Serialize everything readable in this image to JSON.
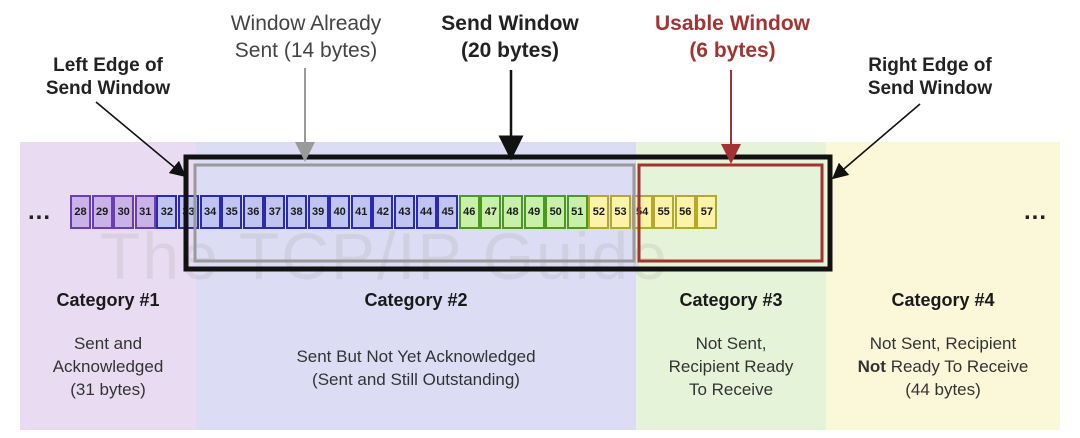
{
  "title_labels": {
    "left_edge": "Left Edge of\nSend Window",
    "already_sent": "Window Already\nSent (14 bytes)",
    "send_window": "Send Window\n(20 bytes)",
    "usable_window": "Usable Window\n(6 bytes)",
    "right_edge": "Right Edge of\nSend Window"
  },
  "ellipsis": "...",
  "watermark": "The TCP/IP Guide",
  "bytes": [
    28,
    29,
    30,
    31,
    32,
    33,
    34,
    35,
    36,
    37,
    38,
    39,
    40,
    41,
    42,
    43,
    44,
    45,
    46,
    47,
    48,
    49,
    50,
    51,
    52,
    53,
    54,
    55,
    56,
    57
  ],
  "categories": [
    {
      "title": "Category #1",
      "desc": "Sent and\nAcknowledged\n(31 bytes)"
    },
    {
      "title": "Category #2",
      "desc": "Sent But Not Yet Acknowledged\n(Sent and Still Outstanding)"
    },
    {
      "title": "Category #3",
      "desc": "Not Sent,\nRecipient Ready\nTo Receive"
    },
    {
      "title": "Category #4",
      "desc_bold": "Not",
      "desc_rest": " Ready To Receive\n(44 bytes)",
      "desc_first": "Not Sent, Recipient"
    }
  ],
  "colors": {
    "cat1_fill": "#c9b3e6",
    "cat1_border": "#6a3fb5",
    "cat2_fill": "#bfc4f0",
    "cat2_border": "#2b2bb0",
    "cat3_fill": "#c9f0a8",
    "cat3_border": "#4a9a1e",
    "cat4_fill": "#fbf3a8",
    "cat4_border": "#b5a92c",
    "usable": "#a33333",
    "already_sent": "#9a9a9a"
  }
}
